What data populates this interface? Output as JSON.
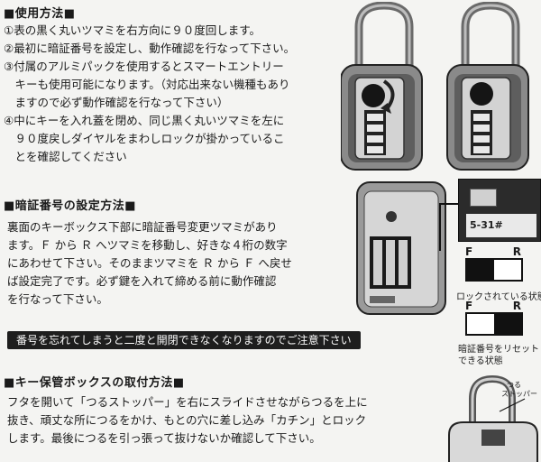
{
  "section1": {
    "title": "■使用方法■",
    "steps": [
      "①表の黒く丸いツマミを右方向に９０度回します。",
      "②最初に暗証番号を設定し、動作確認を行なって下さい。",
      "③付属のアルミパックを使用するとスマートエントリー",
      "　キーも使用可能になります。（対応出来ない機種もあり",
      "　ますので必ず動作確認を行なって下さい）",
      "④中にキーを入れ蓋を閉め、同じ黒く丸いツマミを左に",
      "　９０度戻しダイヤルをまわしロックが掛かっているこ",
      "　とを確認してください"
    ]
  },
  "section2": {
    "title": "■暗証番号の設定方法■",
    "lines": [
      "裏面のキーボックス下部に暗証番号変更ツマミがあり",
      "ます。Ｆ から Ｒ へツマミを移動し、好きな４桁の数字",
      "にあわせて下さい。そのままツマミを Ｒ から Ｆ へ戻せ",
      "ば設定完了です。必ず鍵を入れて締める前に動作確認",
      "を行なって下さい。"
    ],
    "closeup_text": "5-31#",
    "diagram": {
      "locked": {
        "f": "F",
        "r": "R",
        "label": "ロックされている状態"
      },
      "reset": {
        "f": "F",
        "r": "R",
        "label1": "暗証番号をリセット",
        "label2": "できる状態"
      }
    }
  },
  "warning": "番号を忘れてしまうと二度と開閉できなくなりますのでご注意下さい",
  "section3": {
    "title": "■キー保管ボックスの取付方法■",
    "lines": [
      "フタを開いて「つるストッパー」を右にスライドさせながらつるを上に",
      "抜き、頑丈な所につるをかけ、もとの穴に差し込み「カチン」とロック",
      "します。最後につるを引っ張って抜けないか確認して下さい。"
    ],
    "callout1": "つる",
    "callout2": "ストッパー"
  }
}
